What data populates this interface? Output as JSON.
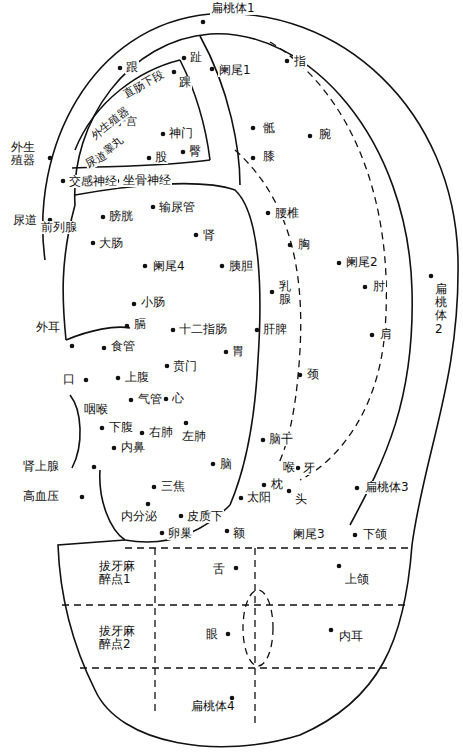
{
  "diagram": {
    "labels": [
      "扁桃体1",
      "趾",
      "跟",
      "踝",
      "阑尾1",
      "指",
      "直肠下段",
      "子宫",
      "外生殖器",
      "睾丸",
      "尿道",
      "神门",
      "股",
      "臀",
      "骶",
      "膝",
      "腕",
      "外生殖器",
      "尿道",
      "交感神经",
      "坐骨神经",
      "前列腺",
      "膀胱",
      "输尿管",
      "腰椎",
      "肾",
      "大肠",
      "阑尾4",
      "胰胆",
      "胸",
      "阑尾2",
      "肘",
      "乳腺",
      "扁桃体2",
      "小肠",
      "外耳",
      "膈",
      "十二指肠",
      "食管",
      "肝脾",
      "肩",
      "胃",
      "贲门",
      "颈",
      "口",
      "上腹",
      "气管",
      "心",
      "咽喉",
      "下腹",
      "右肺",
      "左肺",
      "内鼻",
      "脑干",
      "脑",
      "喉",
      "牙",
      "肾上腺",
      "高血压",
      "三焦",
      "枕",
      "头",
      "扁桃体3",
      "太阳",
      "内分泌",
      "皮质下",
      "额",
      "卵巢",
      "阑尾3",
      "下颌",
      "拔牙麻醉点1",
      "舌",
      "上颌",
      "拔牙麻醉点2",
      "眼",
      "内耳",
      "扁桃体4"
    ]
  }
}
